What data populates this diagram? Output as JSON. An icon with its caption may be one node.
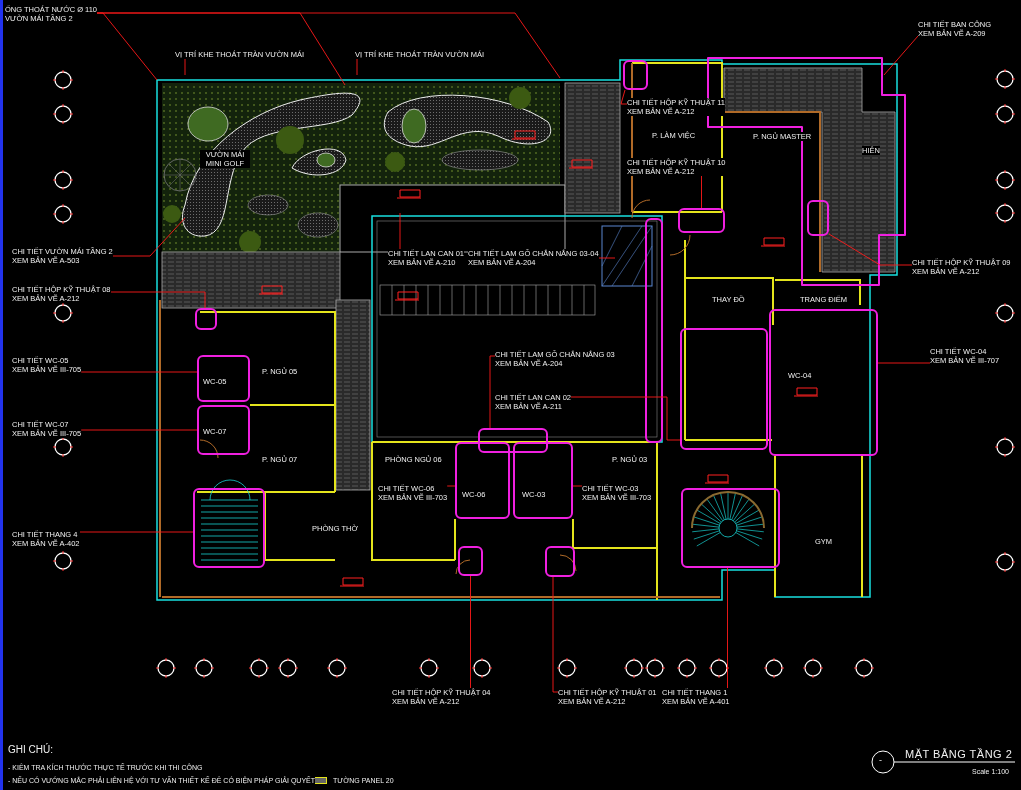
{
  "diagram": {
    "title": "MẶT BẰNG TẦNG 2",
    "nodes": [
      {
        "text": [
          "ỐNG THOÁT NƯỚC Ø 110",
          "VƯỜN MÁI TẦNG 2"
        ]
      },
      {
        "text": [
          "CHI TIẾT BAN CÔNG",
          "XEM BẢN VẼ A-209"
        ]
      },
      {
        "text": [
          "VỊ TRÍ KHE THOÁT TRÀN VƯỜN MÁI"
        ]
      },
      {
        "text": [
          "VỊ TRÍ KHE THOÁT TRÀN VƯỜN MÁI"
        ]
      },
      {
        "text": [],
        "shape": "box"
      },
      {
        "text": [],
        "shape": "box"
      },
      {
        "text": [
          "CHI TIẾT HỘP KỸ THUẬT 11",
          "XEM BẢN VẼ A-212"
        ]
      },
      {
        "text": [
          "CHI TIẾT HỘP KỸ THUẬT 10",
          "XEM BẢN VẼ A-212"
        ]
      },
      {
        "text": [],
        "shape": "box",
        "in": 4
      },
      {
        "text": [],
        "shape": "box"
      },
      {
        "text": [],
        "shape": "box"
      },
      {
        "text": [
          "CHI TIẾT VƯỜN MÁI TẦNG 2",
          "XEM BẢN VẼ A-503"
        ]
      },
      {
        "text": [
          "CHI TIẾT LAN CAN 01",
          "XEM BẢN VẼ A-210"
        ]
      },
      {
        "text": [
          "CHI TIẾT LAM GỖ CHẮN NẮNG 03-04",
          "XEM BẢN VẼ A-204"
        ]
      },
      {
        "text": [
          "CHI TIẾT HỘP KỸ THUẬT 09",
          "XEM BẢN VẼ A-212"
        ]
      },
      {
        "text": [
          "CHI TIẾT HỘP KỸ THUẬT 08",
          "XEM BẢN VẼ A-212"
        ]
      },
      {
        "text": [],
        "shape": "box"
      },
      {
        "text": [],
        "shape": "box"
      },
      {
        "text": [],
        "shape": "box"
      },
      {
        "text": [
          "CHI TIẾT WC-04",
          "XEM BẢN VẼ III-707"
        ]
      },
      {
        "text": [
          "CHI TIẾT LAM GỖ CHẮN NẮNG 03",
          "XEM BẢN VẼ A-204"
        ]
      },
      {
        "text": [
          "CHI TIẾT WC-05",
          "XEM BẢN VẼ III-705"
        ]
      },
      {
        "text": [],
        "shape": "box"
      },
      {
        "text": [
          "CHI TIẾT LAN CAN 02",
          "XEM BẢN VẼ A-211"
        ]
      },
      {
        "text": [],
        "shape": "box"
      },
      {
        "text": [
          "CHI TIẾT WC-07",
          "XEM BẢN VẼ III-705"
        ]
      },
      {
        "text": [],
        "shape": "box"
      },
      {
        "text": [],
        "shape": "box"
      },
      {
        "text": [],
        "shape": "box"
      },
      {
        "text": [
          "CHI TIẾT WC-06",
          "XEM BẢN VẼ III-703"
        ]
      },
      {
        "text": [
          "CHI TIẾT WC-03",
          "XEM BẢN VẼ III-703"
        ]
      },
      {
        "text": [],
        "shape": "box"
      },
      {
        "text": [],
        "shape": "box"
      },
      {
        "text": [
          "CHI TIẾT THANG 4",
          "XEM BẢN VẼ A-402"
        ]
      },
      {
        "text": [],
        "shape": "box"
      },
      {
        "text": [],
        "shape": "box"
      },
      {
        "text": [
          "CHI TIẾT HỘP KỸ THUẬT 04",
          "XEM BẢN VẼ A-212"
        ]
      },
      {
        "text": [
          "CHI TIẾT HỘP KỸ THUẬT 01",
          "XEM BẢN VẼ A-212"
        ]
      },
      {
        "text": [
          "CHI TIẾT THANG 1",
          "XEM BẢN VẼ A-401"
        ]
      }
    ],
    "edges": [
      {
        "from": 0,
        "to": null,
        "arrow": "none"
      },
      {
        "from": 0,
        "to": null,
        "arrow": "none"
      },
      {
        "from": 0,
        "to": null,
        "arrow": "none"
      },
      {
        "from": 2,
        "to": null,
        "arrow": "none"
      },
      {
        "from": 3,
        "to": null,
        "arrow": "none"
      },
      {
        "from": 1,
        "to": 4,
        "arrow": "none"
      },
      {
        "from": 6,
        "to": 5,
        "arrow": "none"
      },
      {
        "from": 7,
        "to": 9,
        "arrow": "none"
      },
      {
        "from": 11,
        "to": null,
        "arrow": "none"
      },
      {
        "from": 12,
        "to": null,
        "arrow": "none"
      },
      {
        "from": 13,
        "to": null,
        "arrow": "none"
      },
      {
        "from": 14,
        "to": 8,
        "arrow": "none"
      },
      {
        "from": 15,
        "to": 16,
        "arrow": "none"
      },
      {
        "from": 19,
        "to": 17,
        "arrow": "none"
      },
      {
        "from": 20,
        "to": 26,
        "arrow": "none"
      },
      {
        "from": 23,
        "to": 18,
        "arrow": "none"
      },
      {
        "from": 21,
        "to": 22,
        "arrow": "none"
      },
      {
        "from": 25,
        "to": 24,
        "arrow": "none"
      },
      {
        "from": 29,
        "to": 27,
        "arrow": "none"
      },
      {
        "from": 30,
        "to": 28,
        "arrow": "none"
      },
      {
        "from": 33,
        "to": 31,
        "arrow": "none"
      },
      {
        "from": 36,
        "to": 34,
        "arrow": "none"
      },
      {
        "from": 37,
        "to": 35,
        "arrow": "none"
      },
      {
        "from": 38,
        "to": 32,
        "arrow": "none"
      }
    ],
    "labels": [
      "VƯỜN MÁI MINI GOLF",
      "P. LÀM VIỆC",
      "P. NGỦ MASTER",
      "HIÊN",
      "THAY ĐỒ",
      "TRANG ĐIỂM",
      "P. NGỦ 05",
      "WC-05",
      "WC-04",
      "WC-07",
      "P. NGỦ 07",
      "PHÒNG NGỦ 06",
      "P. NGỦ 03",
      "WC-06",
      "WC-03",
      "PHÒNG THỜ",
      "GYM",
      "GHI CHÚ:",
      "- KIỂM TRA KÍCH THƯỚC THỰC TẾ TRƯỚC KHI THI CÔNG",
      "- NẾU CÓ VƯỚNG MẮC PHẢI LIÊN HỆ VỚI TƯ VẤN THIẾT KẾ ĐỂ CÓ BIỆN PHÁP GIẢI QUYẾT",
      "-",
      "Scale 1:100"
    ],
    "legend": [
      {
        "text": "TƯỜNG PANEL 20"
      }
    ]
  }
}
